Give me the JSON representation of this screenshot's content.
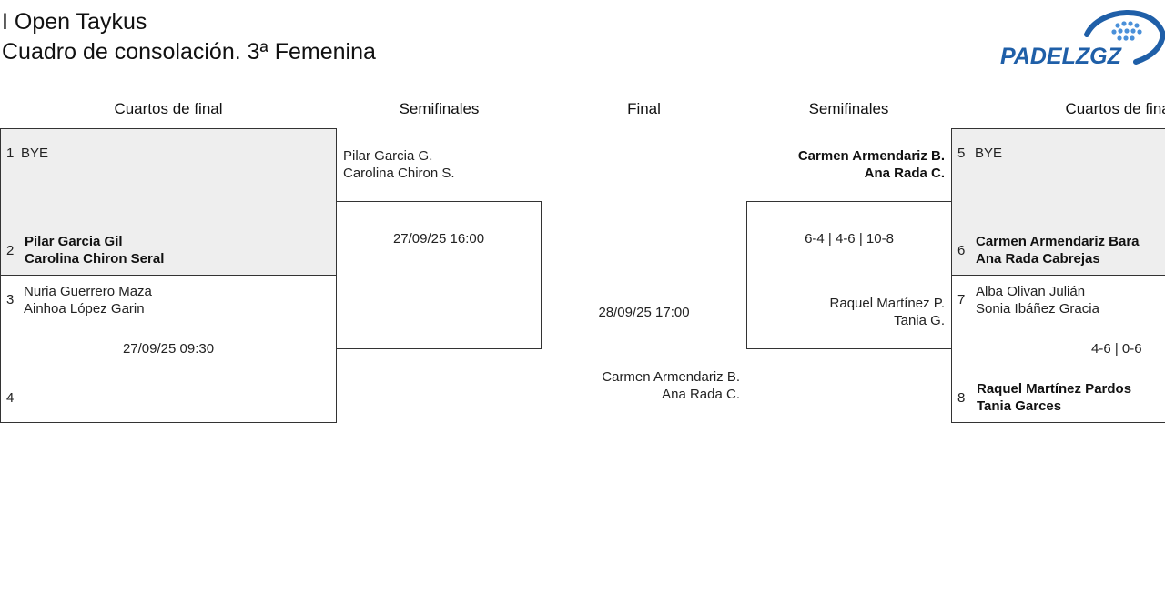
{
  "header": {
    "title_line1": "I Open Taykus",
    "title_line2": "Cuadro de consolación. 3ª Femenina",
    "logo_text": "PADELZGZ"
  },
  "rounds": {
    "left_quarters": "Cuartos de final",
    "left_semis": "Semifinales",
    "final": "Final",
    "right_semis": "Semifinales",
    "right_quarters": "Cuartos de final"
  },
  "left_qf_match1": {
    "seed1": "1",
    "team1_p1": "BYE",
    "seed2": "2",
    "team2_p1": "Pilar Garcia Gil",
    "team2_p2": "Carolina Chiron Seral"
  },
  "left_qf_match2": {
    "seed3": "3",
    "team3_p1": "Nuria Guerrero Maza",
    "team3_p2": "Ainhoa López Garin",
    "datetime": "27/09/25 09:30",
    "seed4": "4"
  },
  "left_sf": {
    "team1_p1": "Pilar Garcia G.",
    "team1_p2": "Carolina Chiron S.",
    "datetime": "27/09/25 16:00"
  },
  "final": {
    "datetime": "28/09/25 17:00",
    "winner_p1": "Carmen Armendariz B.",
    "winner_p2": "Ana Rada C."
  },
  "right_sf": {
    "team1_p1": "Carmen Armendariz B.",
    "team1_p2": "Ana Rada C.",
    "score": "6-4 | 4-6 | 10-8",
    "team2_p1": "Raquel Martínez P.",
    "team2_p2": "Tania G."
  },
  "right_qf_match1": {
    "seed5": "5",
    "team5_p1": "BYE",
    "seed6": "6",
    "team6_p1": "Carmen Armendariz Bara",
    "team6_p2": "Ana Rada Cabrejas"
  },
  "right_qf_match2": {
    "seed7": "7",
    "team7_p1": "Alba Olivan Julián",
    "team7_p2": "Sonia Ibáñez Gracia",
    "score": "4-6 | 0-6",
    "seed8": "8",
    "team8_p1": "Raquel Martínez Pardos",
    "team8_p2": "Tania Garces"
  },
  "colors": {
    "logo_blue": "#1f5fa8",
    "logo_light": "#4a90d9",
    "bye_bg": "#eeeeee"
  }
}
